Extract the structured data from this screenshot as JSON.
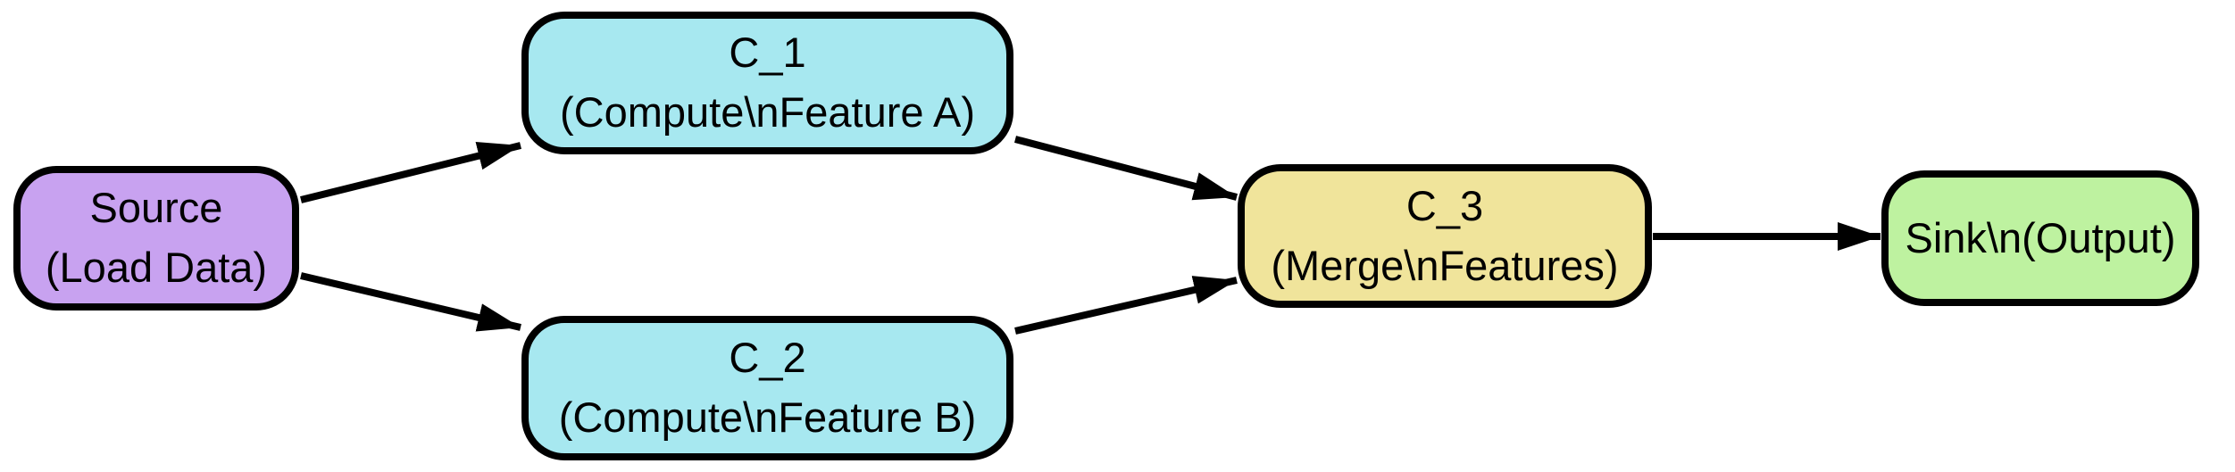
{
  "diagram": {
    "background_color": "#FFFFFF",
    "edge_color": "#000000",
    "node_border_color": "#000000",
    "nodes": [
      {
        "id": "source",
        "line1": "Source",
        "line2": "(Load Data)",
        "fill": "#C8A2F0"
      },
      {
        "id": "c1",
        "line1": "C_1",
        "line2": "(Compute\\nFeature A)",
        "fill": "#A7E8F0"
      },
      {
        "id": "c2",
        "line1": "C_2",
        "line2": "(Compute\\nFeature B)",
        "fill": "#A7E8F0"
      },
      {
        "id": "c3",
        "line1": "C_3",
        "line2": "(Merge\\nFeatures)",
        "fill": "#F0E49B"
      },
      {
        "id": "sink",
        "line1": "Sink\\n(Output)",
        "fill": "#BEF2A0"
      }
    ],
    "edges": [
      {
        "from": "source",
        "to": "c1"
      },
      {
        "from": "source",
        "to": "c2"
      },
      {
        "from": "c1",
        "to": "c3"
      },
      {
        "from": "c2",
        "to": "c3"
      },
      {
        "from": "c3",
        "to": "sink"
      }
    ]
  }
}
